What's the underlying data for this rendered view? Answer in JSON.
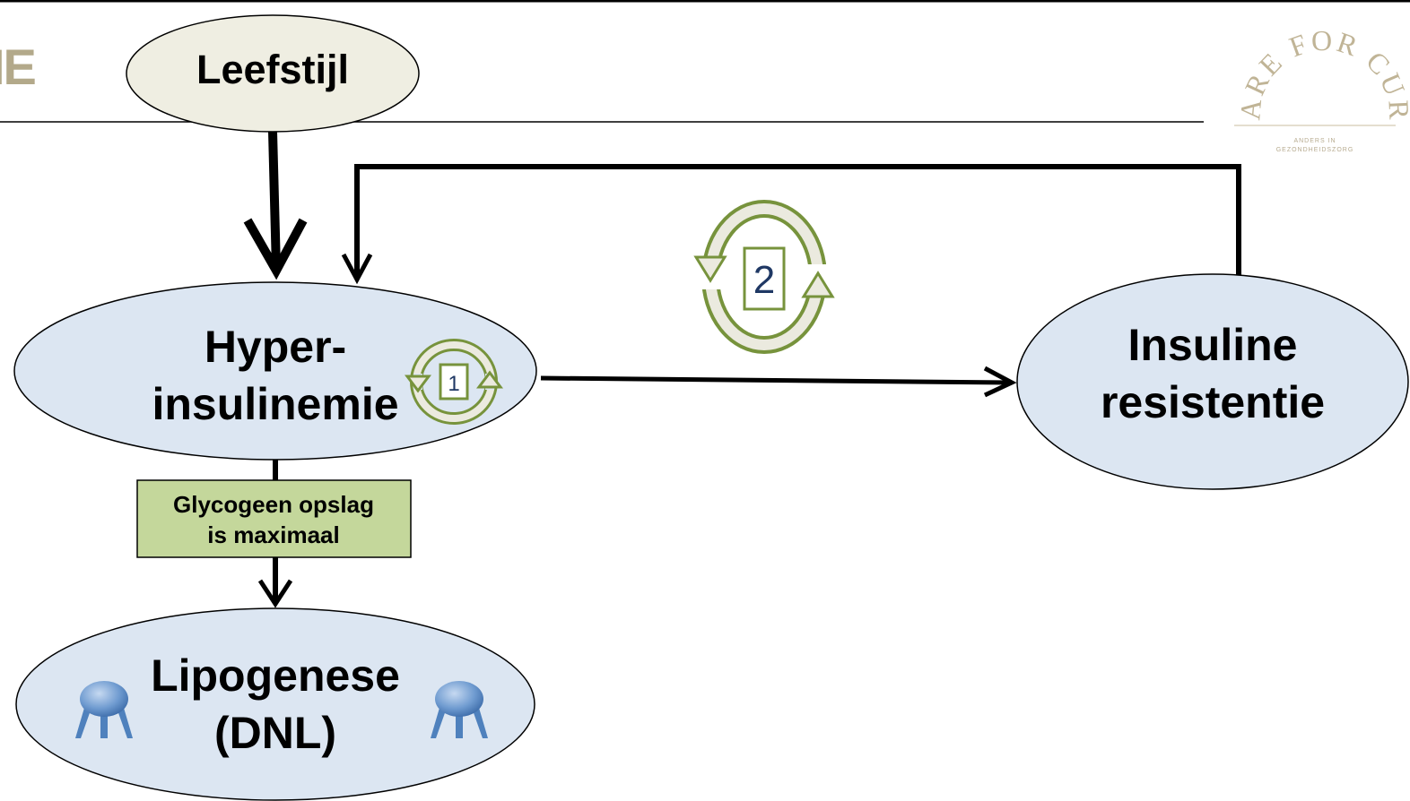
{
  "header": {
    "partial_title": "IE"
  },
  "logo": {
    "arc_text": "CARE FOR CURE",
    "sub_line_1": "ANDERS IN",
    "sub_line_2": "GEZONDHEIDSZORG"
  },
  "nodes": {
    "leefstijl": "Leefstijl",
    "hyper_line1": "Hyper-",
    "hyper_line2": "insulinemie",
    "insuline_line1": "Insuline",
    "insuline_line2": "resistentie",
    "lipo_line1": "Lipogenese",
    "lipo_line2": "(DNL)",
    "glycogeen_line1": "Glycogeen opslag",
    "glycogeen_line2": "is maximaal"
  },
  "cycles": {
    "small_label": "1",
    "large_label": "2"
  },
  "colors": {
    "node_blue": "#dce6f2",
    "node_beige": "#efeee2",
    "box_green": "#c4d79b",
    "cycle_green": "#77933c",
    "cycle_fill": "#ebeadf",
    "cycle_number_large": "#1f3864",
    "header_tan": "#b3a98a",
    "icon_blue": "#4f81bd"
  }
}
